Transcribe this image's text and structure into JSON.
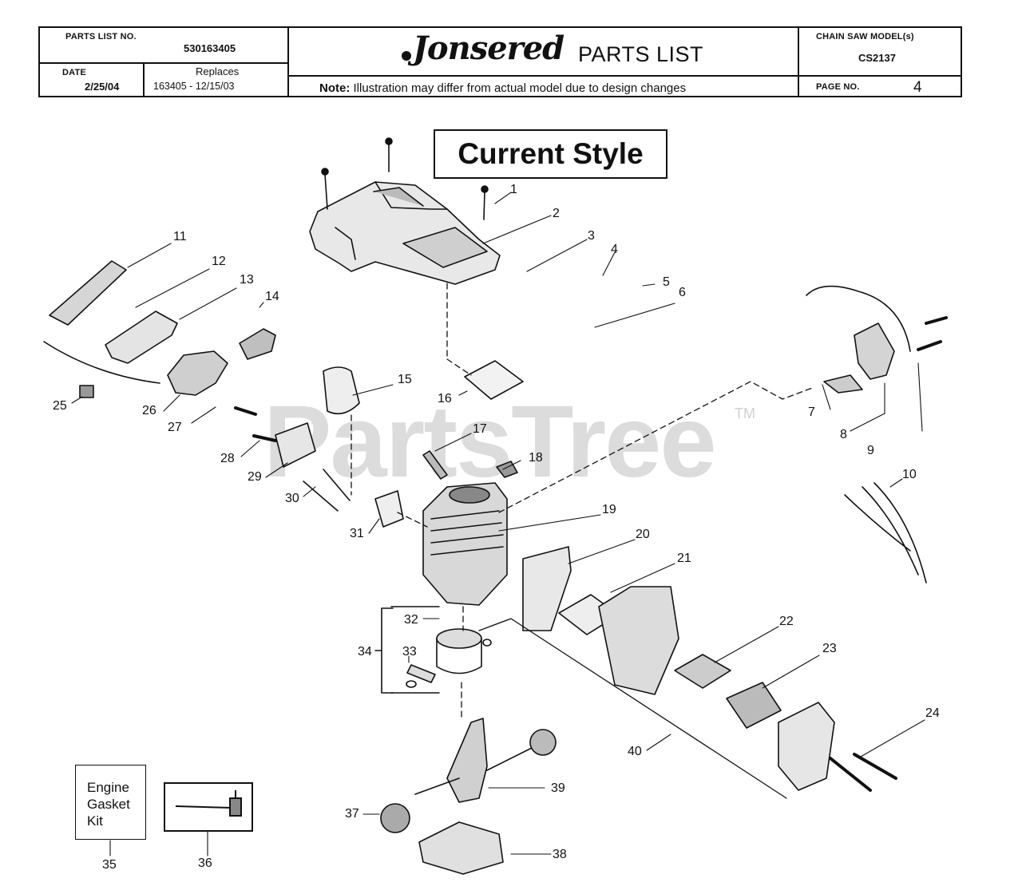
{
  "header": {
    "parts_list_no_label": "PARTS LIST NO.",
    "parts_list_no": "530163405",
    "date_label": "DATE",
    "date": "2/25/04",
    "replaces_label": "Replaces",
    "replaces": "163405 - 12/15/03",
    "brand": "Jonsered",
    "title": "PARTS LIST",
    "note_label": "Note:",
    "note_text": " Illustration may differ from actual model due to design changes",
    "model_label": "CHAIN SAW MODEL(s)",
    "model": "CS2137",
    "page_label": "PAGE   NO.",
    "page_no": "4"
  },
  "diagram": {
    "style_title": "Current Style",
    "watermark": "PartsTree",
    "watermark_tm": "TM",
    "gasket_kit_lines": [
      "Engine",
      "Gasket",
      "Kit"
    ],
    "callouts": [
      "1",
      "2",
      "3",
      "4",
      "5",
      "6",
      "7",
      "8",
      "9",
      "10",
      "11",
      "12",
      "13",
      "14",
      "15",
      "16",
      "17",
      "18",
      "19",
      "20",
      "21",
      "22",
      "23",
      "24",
      "25",
      "26",
      "27",
      "28",
      "29",
      "30",
      "31",
      "32",
      "33",
      "34",
      "35",
      "36",
      "37",
      "38",
      "39",
      "40"
    ]
  },
  "colors": {
    "ink": "#111111",
    "watermark": "#dcdcdc",
    "paper": "#ffffff"
  }
}
